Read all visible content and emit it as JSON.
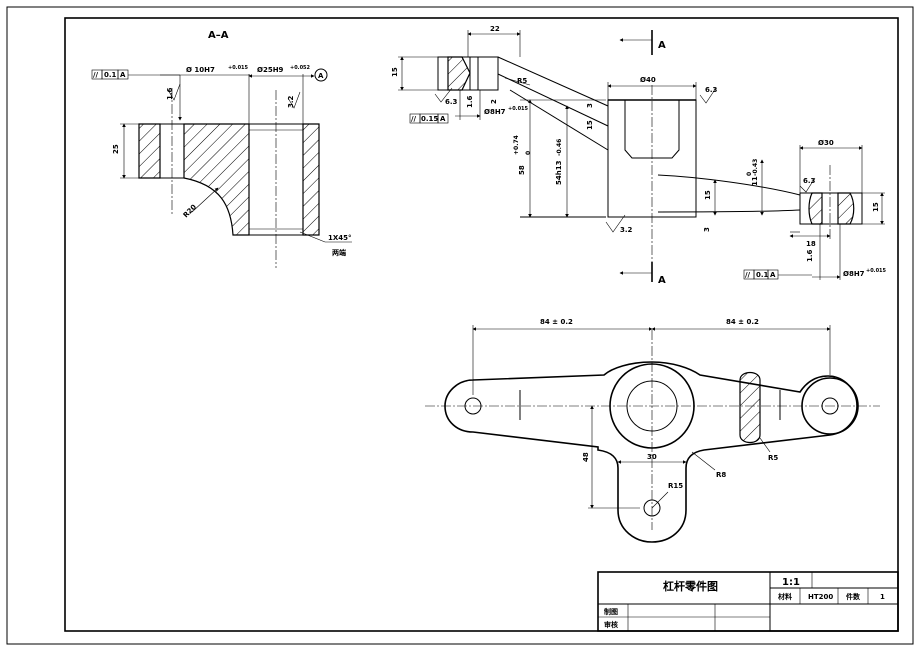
{
  "section_view": {
    "title": "A–A",
    "tol_frame": [
      "//",
      "0.1",
      "A"
    ],
    "hole_fit": "Ø 10H7",
    "hole_tol": "+0.015",
    "bore_fit": "Ø25H9",
    "bore_tol": "+0.052",
    "datum": "A",
    "rough_left": "1.6",
    "rough_right": "3.2",
    "dim_height": "25",
    "radius": "R20",
    "chamfer": "1X45°",
    "chamfer_note": "两端"
  },
  "front_view": {
    "dim_top": "22",
    "dim_left": "15",
    "radius_r5": "R5",
    "dim_2": "2",
    "rough_63_left": "6.3",
    "rough_16": "1.6",
    "hole_fit": "Ø8H7",
    "hole_tol": "+0.015",
    "tol_frame": [
      "//",
      "0.15",
      "A"
    ],
    "section_label": "A",
    "boss_dia": "Ø40",
    "rough_63_top": "6.3",
    "rough_3": "3",
    "dim_15_mid": "15",
    "dim_58": "58",
    "dim_58_tol": "+0.74",
    "dim_58_tol_low": "0",
    "dim_54": "54h13",
    "dim_54_tol": "-0.46",
    "rough_32": "3.2",
    "dim_15_right": "15",
    "dim_3": "3",
    "dim_11": "11",
    "dim_11_tol": "-0.43",
    "dim_11_tol_top": "0",
    "right_boss_dia": "Ø30",
    "rough_63_right": "6.3",
    "dim_15_far": "15",
    "dim_18": "18",
    "rough_16_right": "1.6",
    "right_hole_fit": "Ø8H7",
    "right_hole_tol": "+0.015",
    "tol_frame_right": [
      "//",
      "0.1",
      "A"
    ]
  },
  "top_view": {
    "dim_left": "84 ± 0.2",
    "dim_right": "84 ± 0.2",
    "dim_48": "48",
    "dim_30": "30",
    "radius_r8": "R8",
    "radius_r5": "R5",
    "radius_r15": "R15"
  },
  "title_block": {
    "part_name": "杠杆零件图",
    "scale": "1:1",
    "material_label": "材料",
    "material": "HT200",
    "qty_label": "件数",
    "qty": "1",
    "drawn_label": "制图",
    "checked_label": "审核"
  }
}
